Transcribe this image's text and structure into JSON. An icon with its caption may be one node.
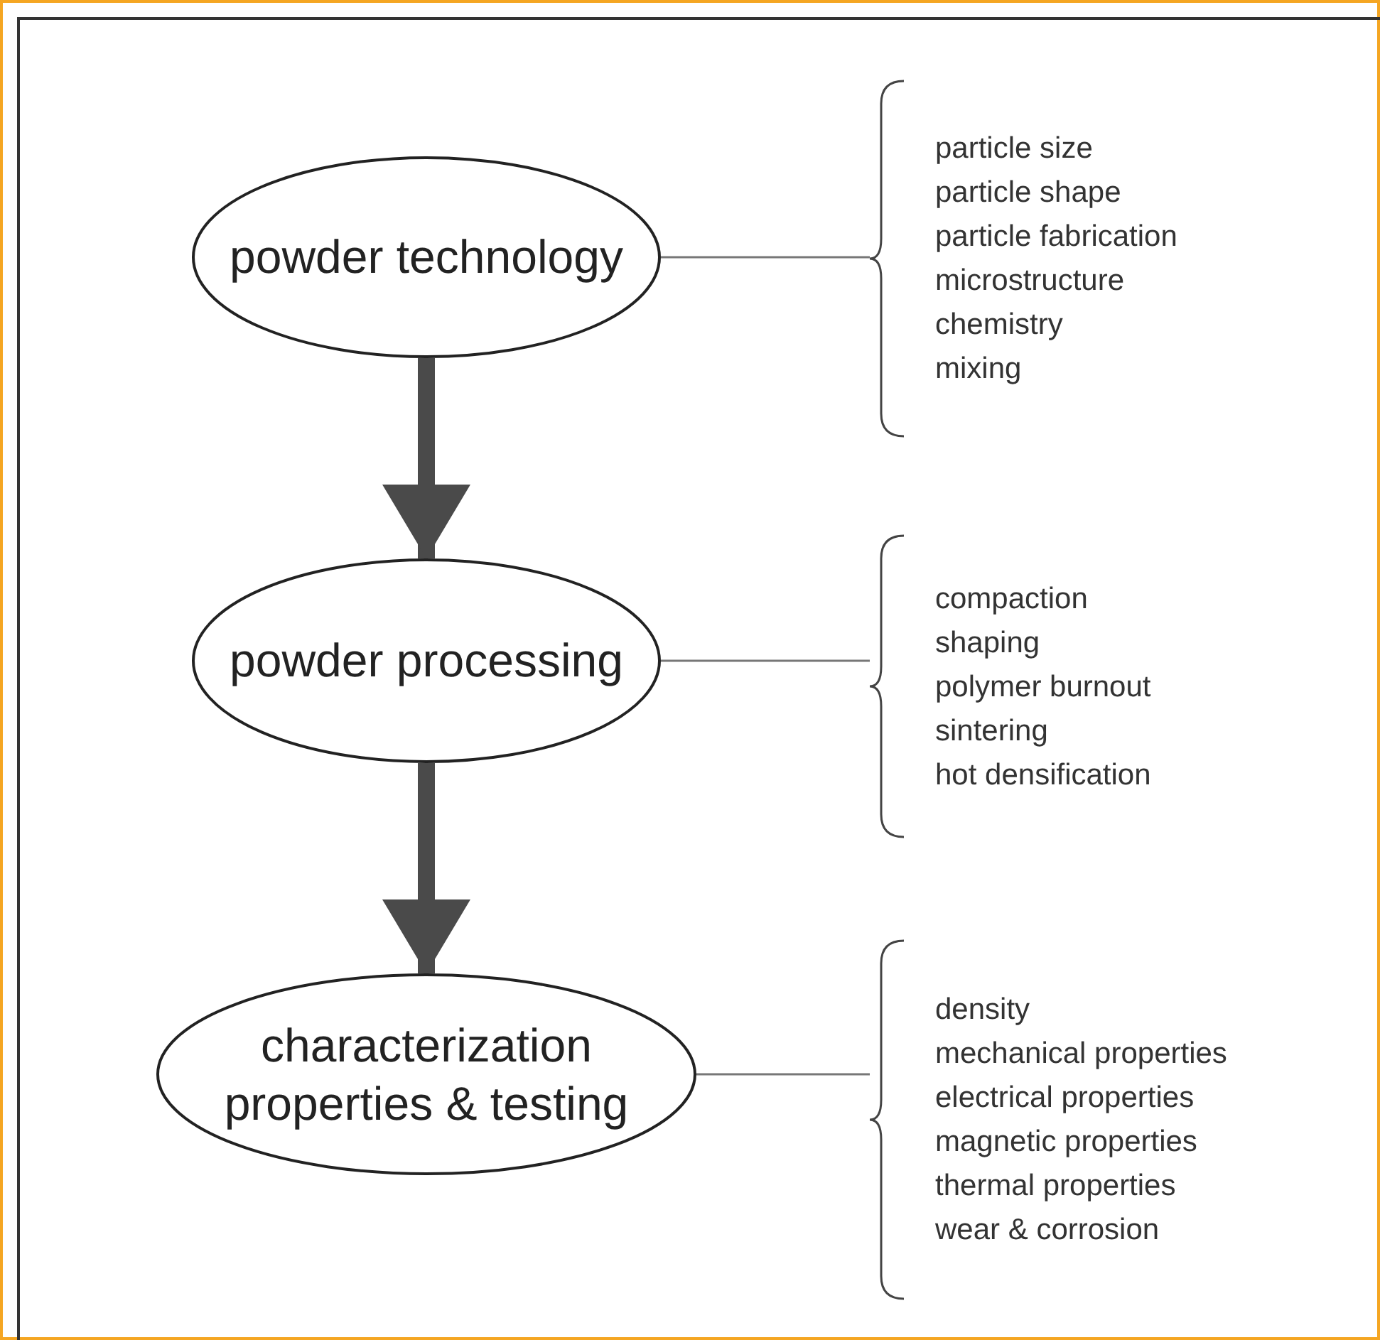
{
  "diagram": {
    "nodes": [
      {
        "text": [
          "powder technology"
        ]
      },
      {
        "text": [
          "powder processing"
        ]
      },
      {
        "text": [
          "characterization properties & testing"
        ]
      },
      {
        "text": [
          "particle size",
          "particle shape",
          "particle fabrication",
          "microstructure",
          "chemistry",
          "mixing"
        ]
      },
      {
        "text": [
          "compaction",
          "shaping",
          "polymer burnout",
          "sintering",
          "hot densification"
        ]
      },
      {
        "text": [
          "density",
          "mechanical properties",
          "electrical properties",
          "magnetic properties",
          "thermal properties",
          "wear & corrosion"
        ]
      }
    ],
    "edges": [
      {
        "from": 0,
        "to": 1,
        "arrow": "to",
        "style": "thick"
      },
      {
        "from": 1,
        "to": 2,
        "arrow": "to",
        "style": "thick"
      },
      {
        "from": 0,
        "to": 3,
        "arrow": "none"
      },
      {
        "from": 1,
        "to": 4,
        "arrow": "none"
      },
      {
        "from": 2,
        "to": 5,
        "arrow": "none"
      }
    ]
  }
}
